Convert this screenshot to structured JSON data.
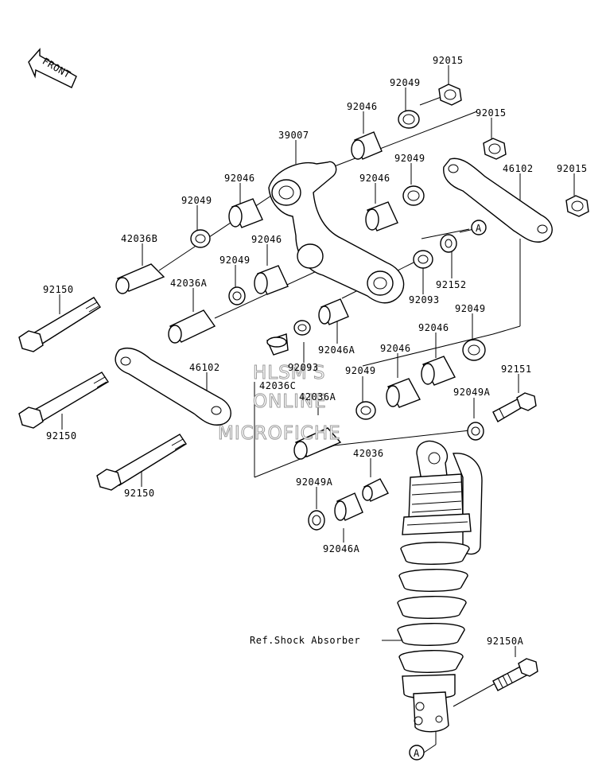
{
  "front_label": "FRONT",
  "callout_A": "A",
  "watermark": [
    "HLSM'S",
    "ONLINE",
    "MICROFICHE"
  ],
  "labels": {
    "p92015_a": "92015",
    "p92049_a": "92049",
    "p92046_a": "92046",
    "p92015_b": "92015",
    "p39007": "39007",
    "p92049_b": "92049",
    "p92015_c": "92015",
    "p92046_b": "92046",
    "p46102_a": "46102",
    "p92046_c": "92046",
    "p92049_c": "92049",
    "p42036B": "42036B",
    "p92046_d": "92046",
    "p92049_d": "92049",
    "p92152": "92152",
    "p92150_a": "92150",
    "p42036A_a": "42036A",
    "p92093_a": "92093",
    "p92049_e": "92049",
    "p92046A_a": "92046A",
    "p92046_e": "92046",
    "p92046_f": "92046",
    "p92093_b": "92093",
    "p42036C": "42036C",
    "p46102_b": "46102",
    "p92049_f": "92049",
    "p92151": "92151",
    "p42036A_b": "42036A",
    "p92049A_a": "92049A",
    "p92150_b": "92150",
    "p42036": "42036",
    "p92150_c": "92150",
    "p92049A_b": "92049A",
    "p92046A_b": "92046A",
    "ref_shock": "Ref.Shock Absorber",
    "p92150A": "92150A"
  }
}
